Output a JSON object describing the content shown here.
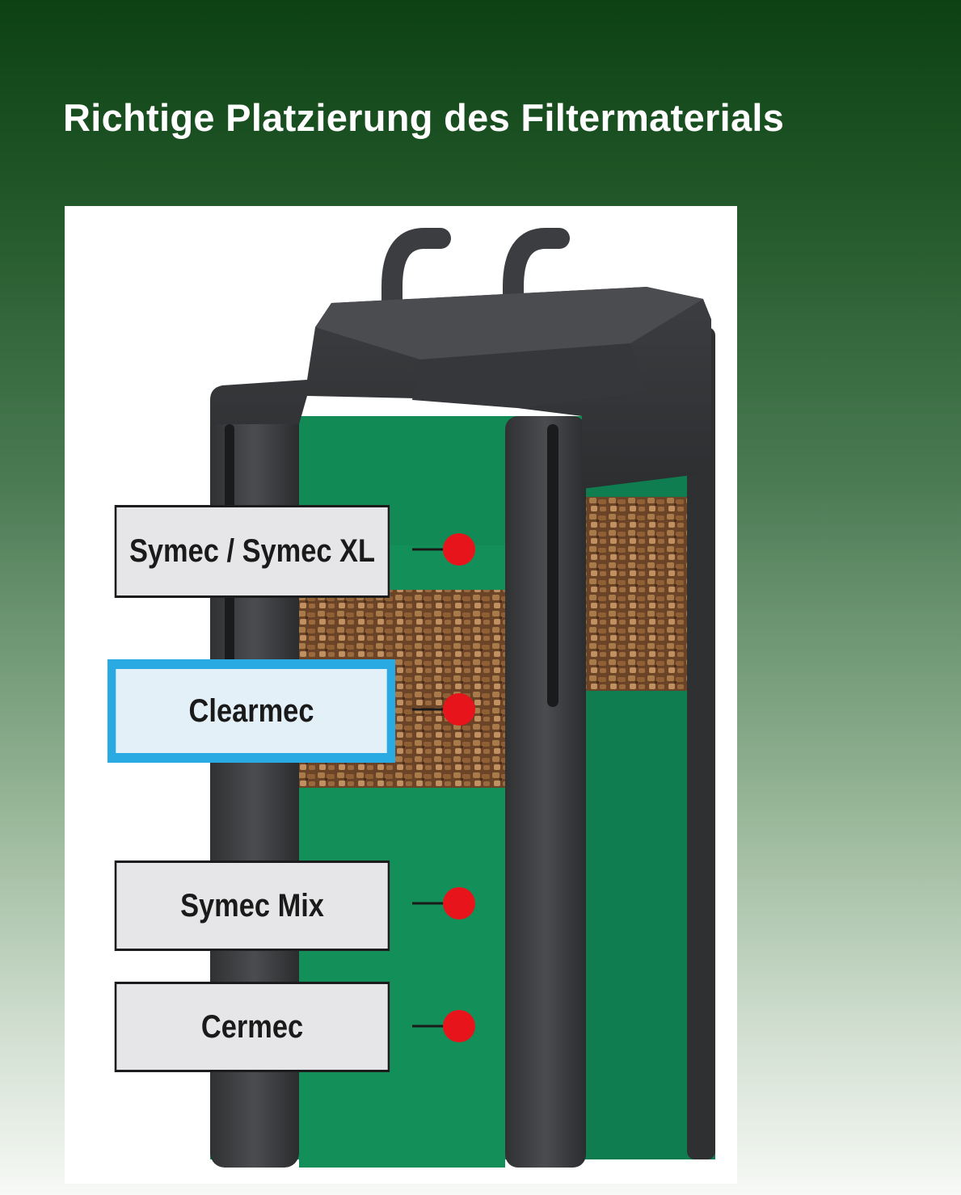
{
  "title": "Richtige Platzierung des Filtermaterials",
  "colors": {
    "background_top": "#0d4114",
    "background_bottom": "#f7f9f6",
    "canister_body": "#3e4042",
    "media_sponge": "#13905a",
    "media_bio": "#7a4e2c",
    "marker_dot": "#e8141c",
    "highlight_border": "#2aaae2"
  },
  "layers": [
    {
      "label": "Symec / Symec XL",
      "highlighted": false
    },
    {
      "label": "Clearmec",
      "highlighted": true
    },
    {
      "label": "Symec Mix",
      "highlighted": false
    },
    {
      "label": "Cermec",
      "highlighted": false
    }
  ]
}
